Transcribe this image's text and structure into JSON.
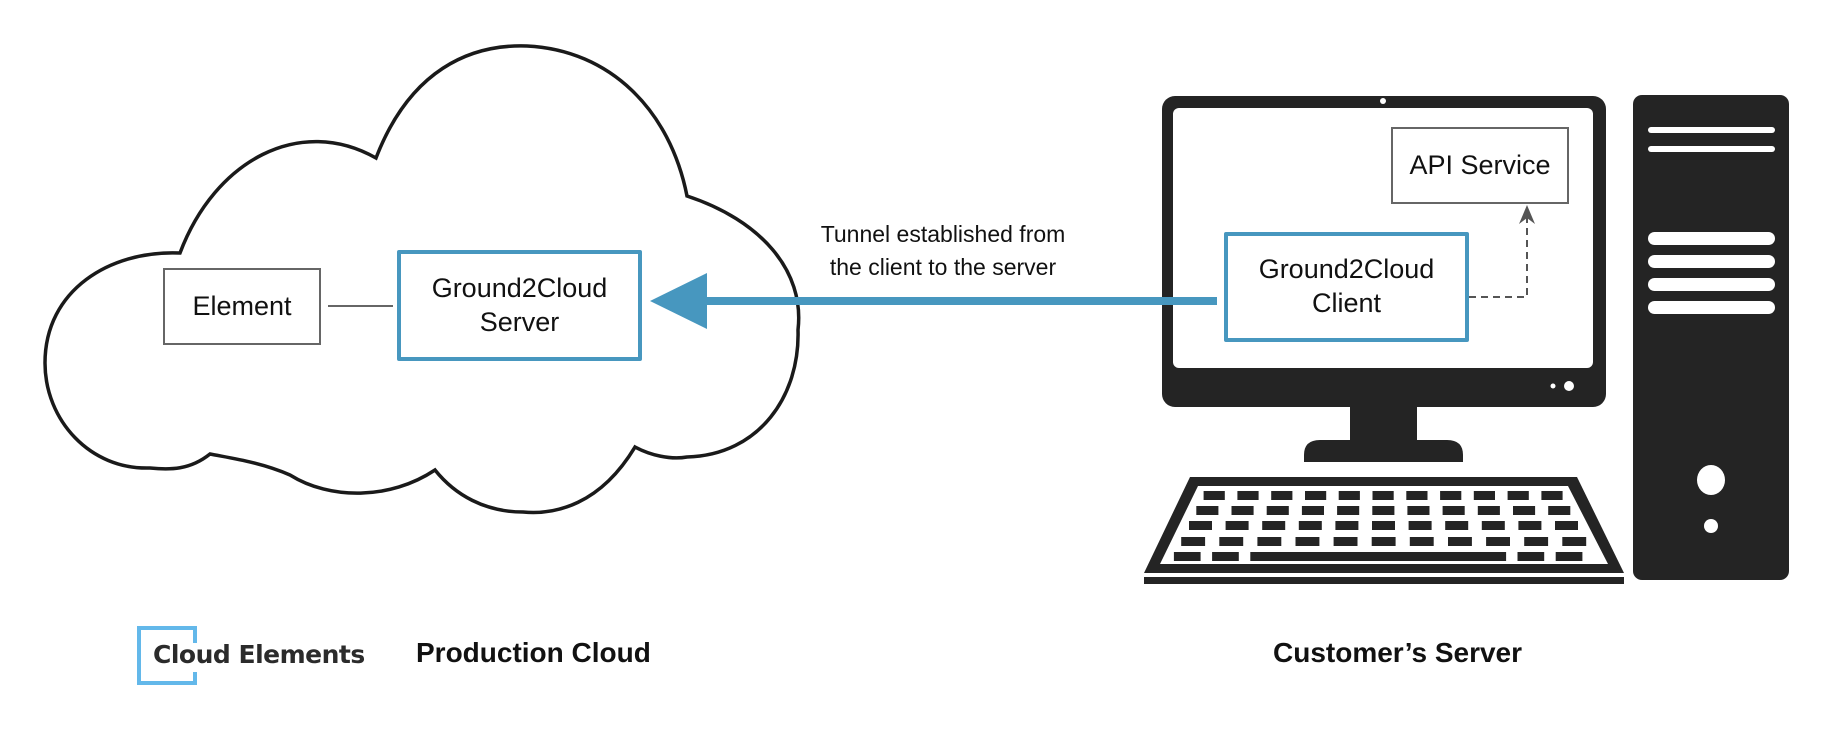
{
  "diagram": {
    "production_cloud": {
      "caption": "Production Cloud",
      "element_box": "Element",
      "server_box": "Ground2Cloud\nServer"
    },
    "tunnel": {
      "label_line1": "Tunnel established from",
      "label_line2": "the client to the server",
      "direction": "client-to-server"
    },
    "customer_server": {
      "caption": "Customer’s Server",
      "client_box": "Ground2Cloud\nClient",
      "api_box": "API Service"
    },
    "brand": {
      "logo_text": "Cloud Elements"
    },
    "colors": {
      "accent_blue": "#4797bf",
      "logo_blue": "#63b8ea",
      "hardware_dark": "#242424",
      "box_gray": "#666666"
    },
    "icons": [
      "cloud-icon",
      "desktop-monitor-icon",
      "keyboard-icon",
      "computer-tower-icon",
      "cloud-elements-logo"
    ]
  }
}
